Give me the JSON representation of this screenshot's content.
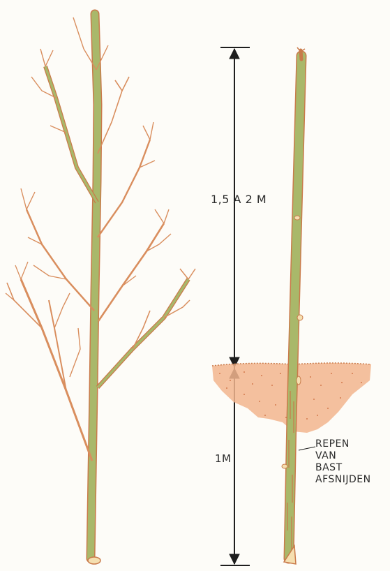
{
  "labels": {
    "height_above": "1,5 A 2 M",
    "depth_below": "1M",
    "strip_bark": [
      "REPEN",
      "VAN",
      "BAST",
      "AFSNIJDEN"
    ]
  },
  "colors": {
    "stem": "#a9b86a",
    "stem_outline": "#c97a4a",
    "branch": "#d98e5e",
    "soil": "#f2b58e",
    "soil_dots": "#d27a4e",
    "arrow": "#1e1e1e",
    "cut_end": "#f5dfb0"
  }
}
